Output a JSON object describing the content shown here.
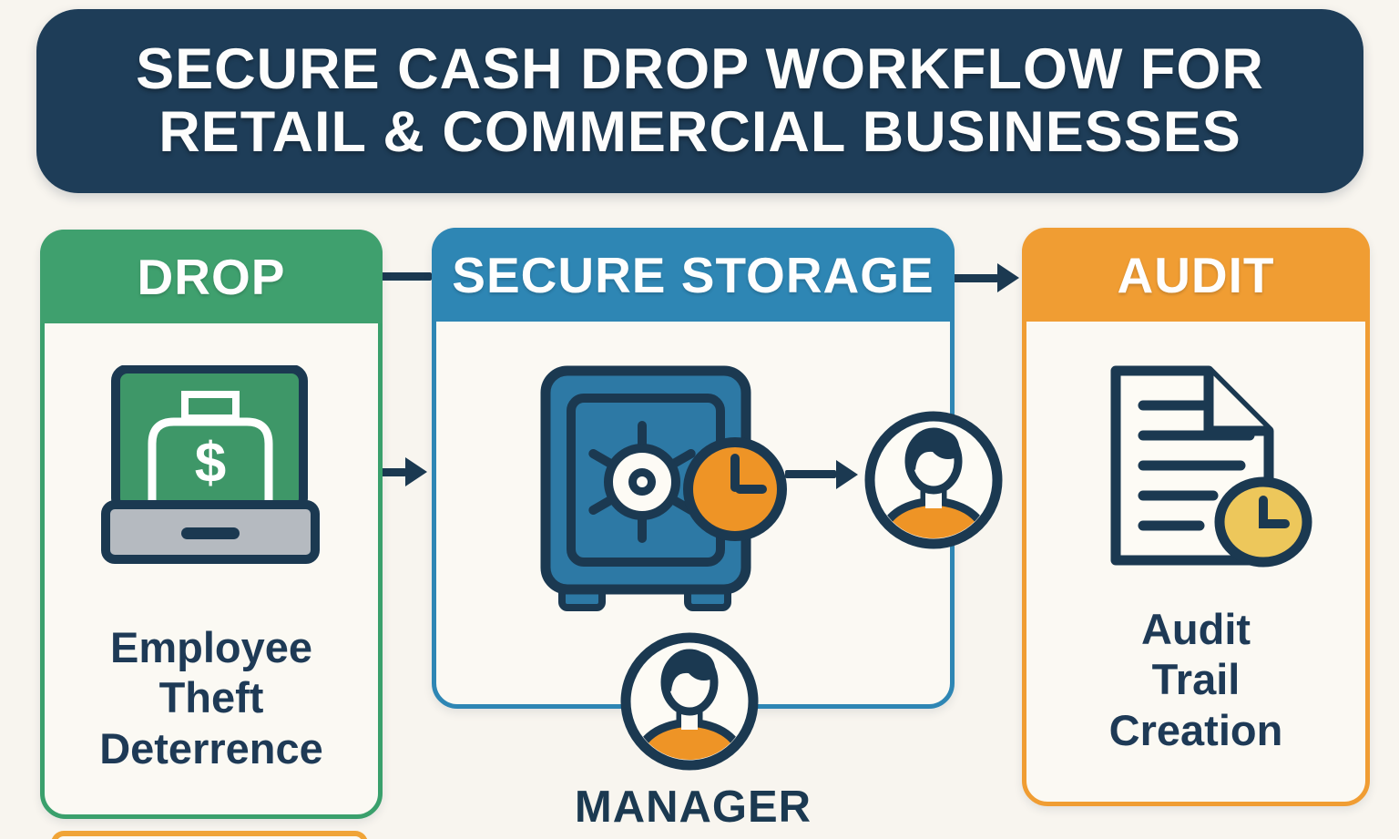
{
  "title": {
    "line1": "SECURE CASH DROP WORKFLOW FOR",
    "line2": "RETAIL & COMMERCIAL BUSINESSES"
  },
  "stages": {
    "drop": {
      "header": "DROP",
      "caption": "Employee\nTheft\nDeterrence",
      "icon": "cash-drop-box",
      "currency": "$"
    },
    "storage": {
      "header": "SECURE STORAGE",
      "icon": "safe-with-time-lock",
      "person_label": "MANAGER"
    },
    "audit": {
      "header": "AUDIT",
      "caption": "Audit\nTrail\nCreation",
      "icon": "document-with-clock"
    }
  },
  "colors": {
    "background": "#f8f5ef",
    "card_background": "#fbf9f3",
    "navy": "#1b3951",
    "banner_navy": "#1e3d58",
    "green": "#3fa06e",
    "icon_green": "#3e9768",
    "blue": "#2e86b4",
    "safe_blue": "#2d79a5",
    "orange": "#f09d33",
    "clock_orange": "#ee9426",
    "clock_yellow": "#edc75b",
    "tray_gray": "#b5bac0",
    "text_white": "#fdfdfc"
  }
}
